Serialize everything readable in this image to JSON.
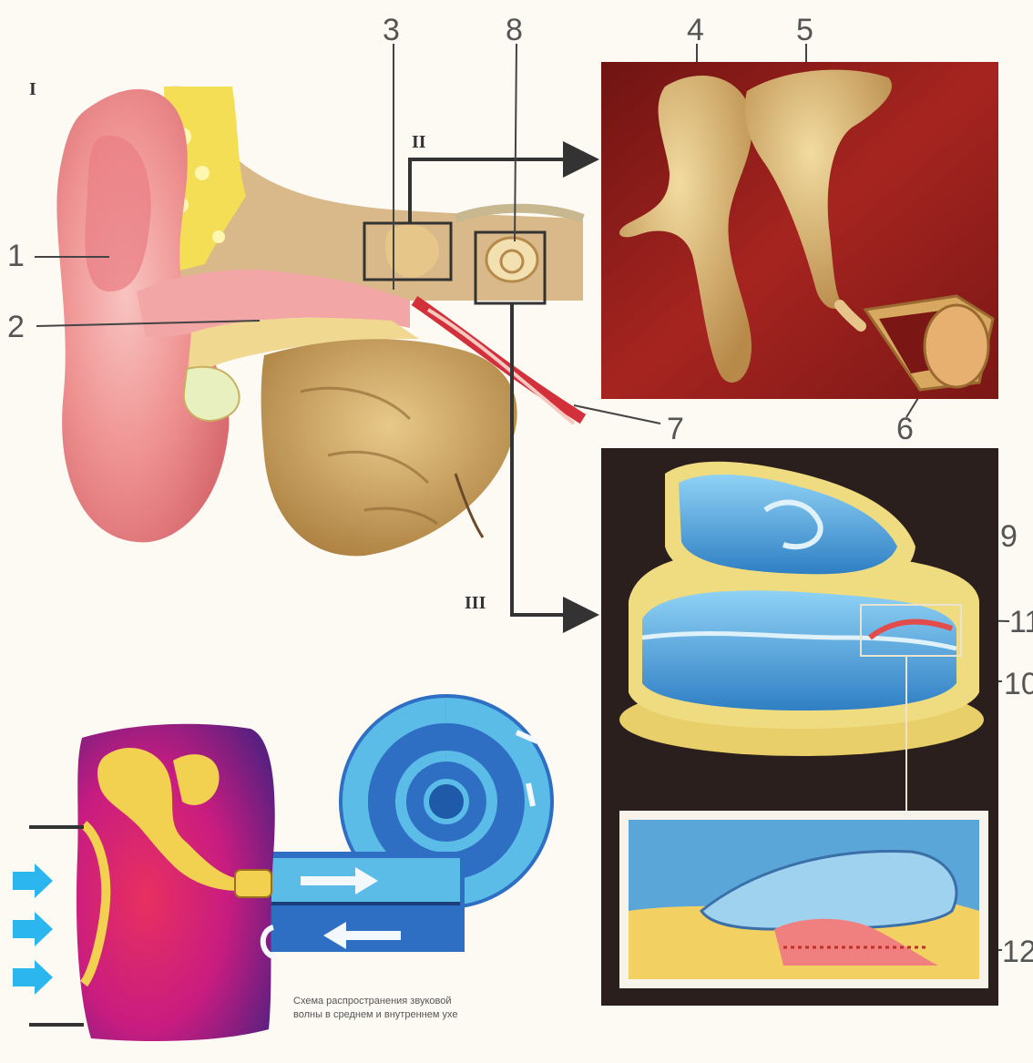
{
  "figure": {
    "section_marks": [
      "I",
      "II",
      "III"
    ],
    "labels": [
      "1",
      "2",
      "3",
      "4",
      "5",
      "6",
      "7",
      "8",
      "9",
      "10",
      "11",
      "12"
    ],
    "caption_lines": [
      "Схема распространения звуковой",
      "волны в среднем и внутреннем ухе"
    ]
  },
  "colors": {
    "background": "#fdfaf4",
    "ossicle_panel_bg": "#8e1d1a",
    "cochlea_panel_bg": "#2a1f1c",
    "skin": "#f2a0a0",
    "bone": "#c89a55",
    "cartilage": "#f2d84a",
    "fluid_blue": "#4aa8e0",
    "scheme_purple": "#7a2c8c",
    "scheme_magenta": "#d4207a",
    "arrow_cyan": "#2bb6f0"
  },
  "icons": {
    "sound_wave_arrows": "cyan-arrow-icon",
    "flow_arrows": "white-arrow-icon"
  }
}
